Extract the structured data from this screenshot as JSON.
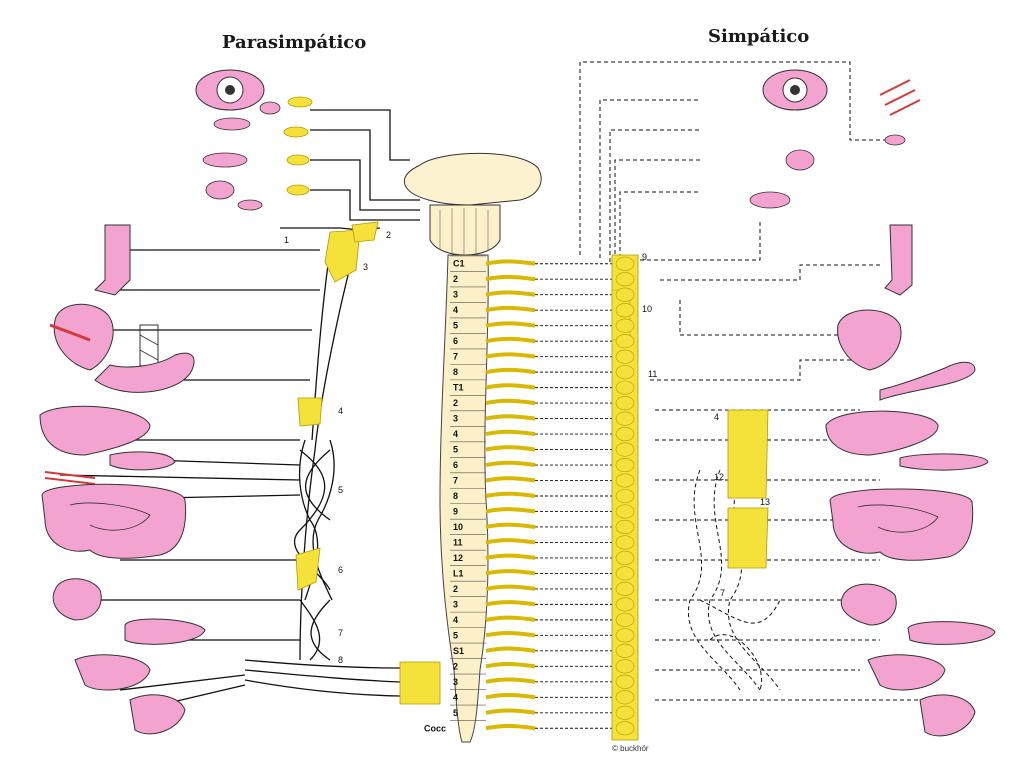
{
  "titles": {
    "parasympathetic": "Parasimpático",
    "sympathetic": "Simpático"
  },
  "spinal_segments": [
    {
      "label": "C1"
    },
    {
      "label": "2"
    },
    {
      "label": "3"
    },
    {
      "label": "4"
    },
    {
      "label": "5"
    },
    {
      "label": "6"
    },
    {
      "label": "7"
    },
    {
      "label": "8"
    },
    {
      "label": "T1"
    },
    {
      "label": "2"
    },
    {
      "label": "3"
    },
    {
      "label": "4"
    },
    {
      "label": "5"
    },
    {
      "label": "6"
    },
    {
      "label": "7"
    },
    {
      "label": "8"
    },
    {
      "label": "9"
    },
    {
      "label": "10"
    },
    {
      "label": "11"
    },
    {
      "label": "12"
    },
    {
      "label": "L1"
    },
    {
      "label": "2"
    },
    {
      "label": "3"
    },
    {
      "label": "4"
    },
    {
      "label": "5"
    },
    {
      "label": "S1"
    },
    {
      "label": "2"
    },
    {
      "label": "3"
    },
    {
      "label": "4"
    },
    {
      "label": "5"
    },
    {
      "label": "Cocc"
    }
  ],
  "parasympathetic_labels": [
    "1",
    "2",
    "3",
    "4",
    "5",
    "6",
    "7",
    "8"
  ],
  "sympathetic_labels": [
    "9",
    "10",
    "11",
    "4",
    "12",
    "13",
    "7"
  ],
  "credit": "© buckhör",
  "colors": {
    "nerve": "#111111",
    "ganglion": "#f4e13a",
    "cord": "#fbf0c8",
    "organ": "#f2a3cf",
    "brainstem": "#fcf2cf",
    "vessel": "#d23a3a",
    "background": "#ffffff"
  },
  "icons": [
    "eye-icon",
    "gland-icon",
    "heart-icon",
    "lung-icon",
    "stomach-icon",
    "liver-icon",
    "intestine-icon",
    "kidney-icon",
    "bladder-icon",
    "genitals-icon",
    "blood-vessel-icon",
    "trachea-icon"
  ]
}
